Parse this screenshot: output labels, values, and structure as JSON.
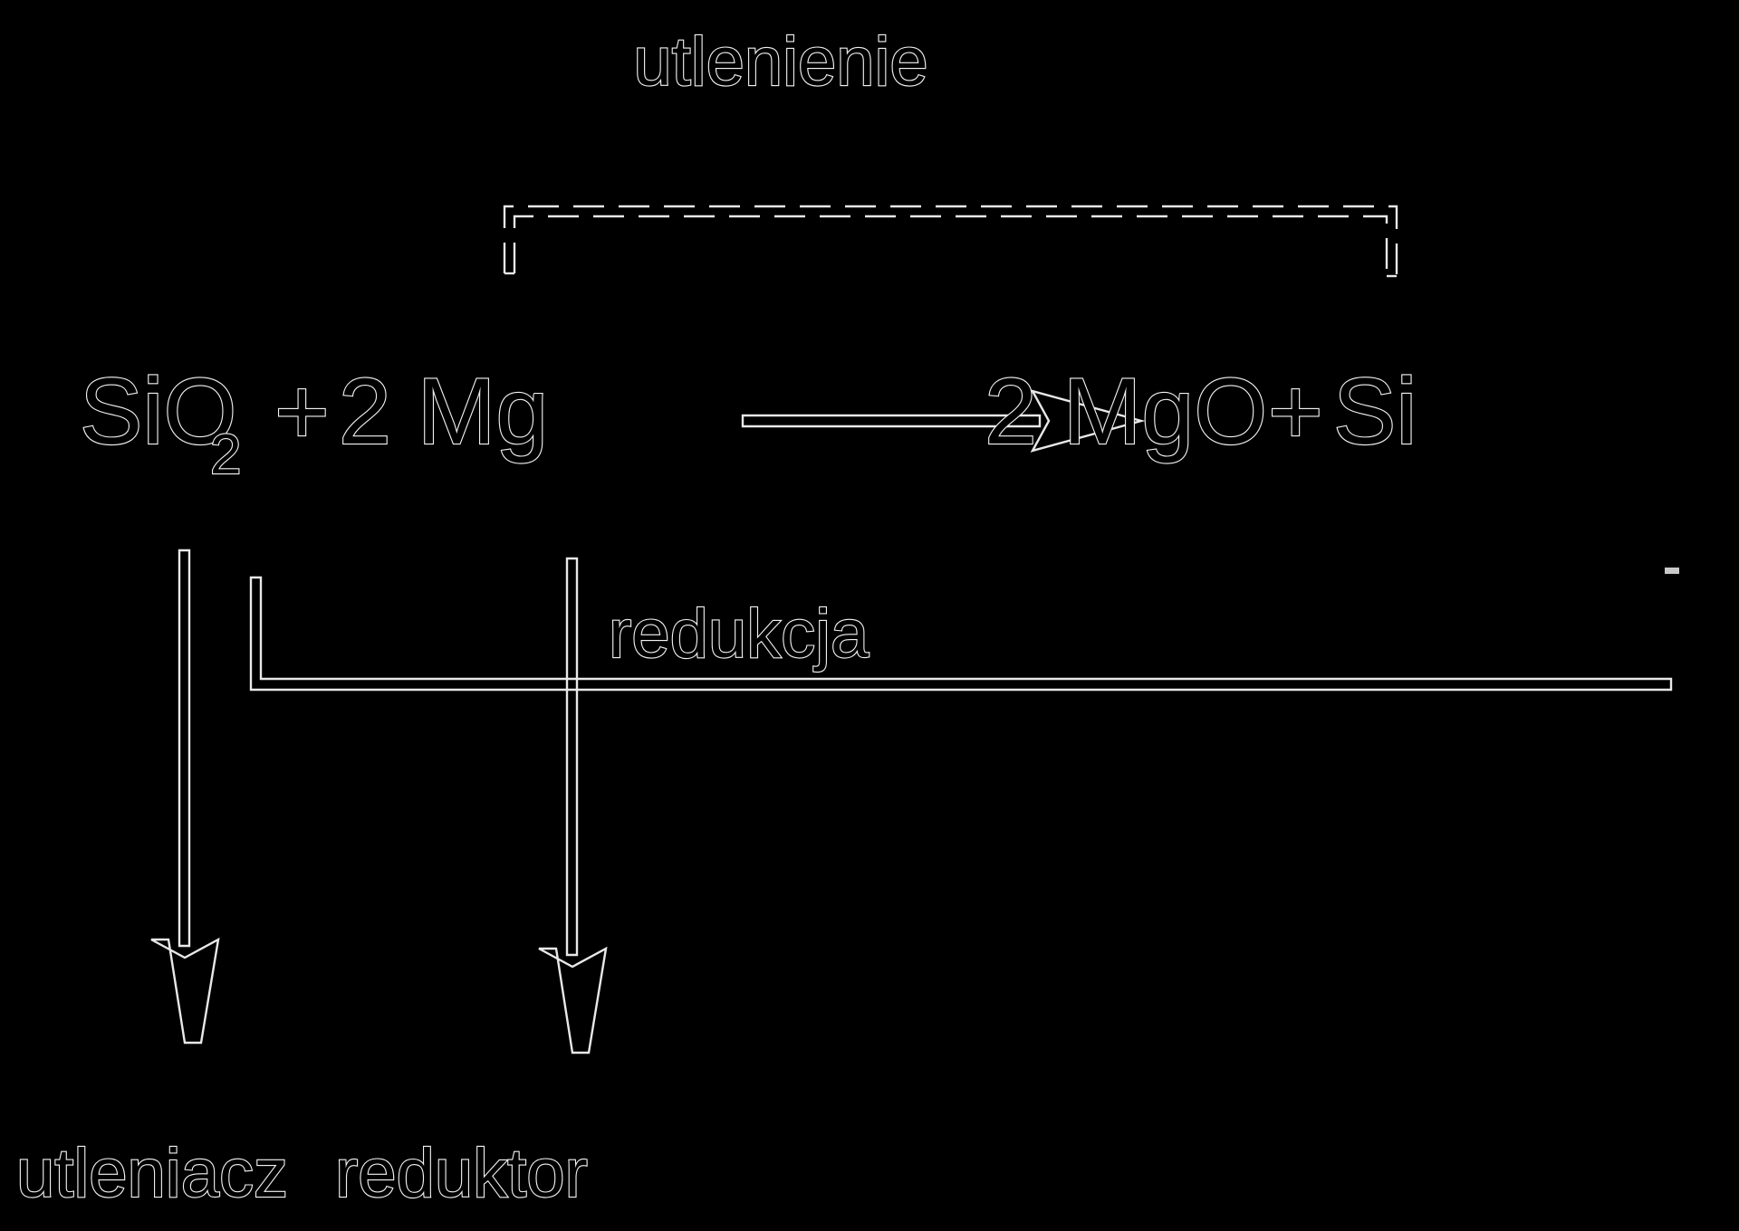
{
  "diagram": {
    "type": "redox-reaction-annotation",
    "language": "pl",
    "background_color": "#000000",
    "line_color": "#e8e8e8",
    "text_color": "#f2f2f2",
    "title_top": "utlenienie",
    "equation": {
      "reactant_1": "SiO",
      "reactant_1_sub": "2",
      "plus_left": "+",
      "reactant_2": "2 Mg",
      "arrow": "reaction-arrow-right",
      "product_1": "2 MgO",
      "plus_right": "+",
      "product_2": "Si",
      "full": "SiO2 + 2 Mg → 2 MgO + Si"
    },
    "label_reduction": "redukcja",
    "label_oxidant": "utleniacz",
    "label_reductant": "reduktor"
  }
}
